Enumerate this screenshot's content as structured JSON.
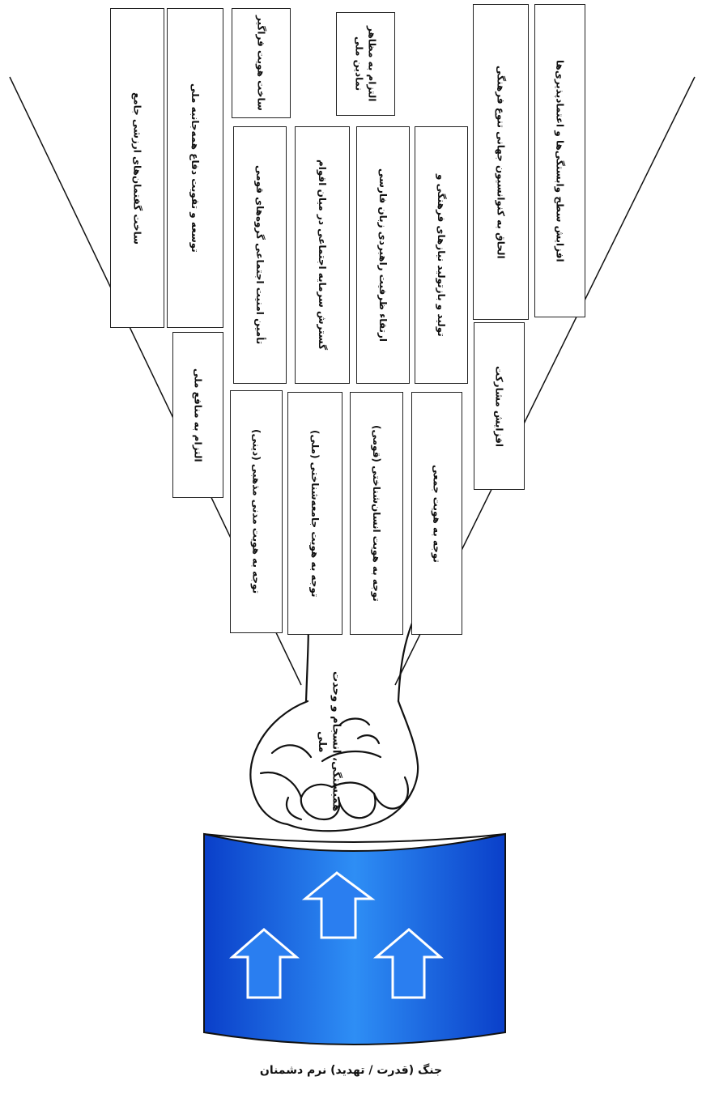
{
  "diagram": {
    "bottom_caption": "جنگ (قدرت / تهدید) نرم دشمنان",
    "hand_label": "همبستگی، انسجام و وحدت ملی",
    "boxes": {
      "b1": "ساخت گفتمان‌های ارزشی جامع",
      "b2": "توسعه و تقویت دفاع همه‌جانبه ملی",
      "b3": "ساخت هویت فراگیر",
      "b4": "التزام به مظاهر نمادین ملی",
      "b5": "الحاق به کنوانسیون جهانی تنوع فرهنگی",
      "b6": "افزایش سطح وابستگی‌ها و اعتمادپذیری‌ها",
      "b7": "تأمین امنیت اجتماعی گروه‌های قومی",
      "b8": "گسترش سرمایه اجتماعی در میان اقوام",
      "b9": "ارتقاء ظرفیت راهبردی زبان فارسی",
      "b10": "تولید و بازتولید نیازهای فرهنگی و",
      "b11": "التزام به منافع ملی",
      "b12": "افزایش مشارکت",
      "b13": "توجه به هویت مدنی مذهبی (دینی)",
      "b14": "توجه به هویت جامعه‌شناختی (ملی)",
      "b15": "توجه به هویت انسان‌شناختی (قومی)",
      "b16": "توجه به هویت جمعی"
    }
  }
}
